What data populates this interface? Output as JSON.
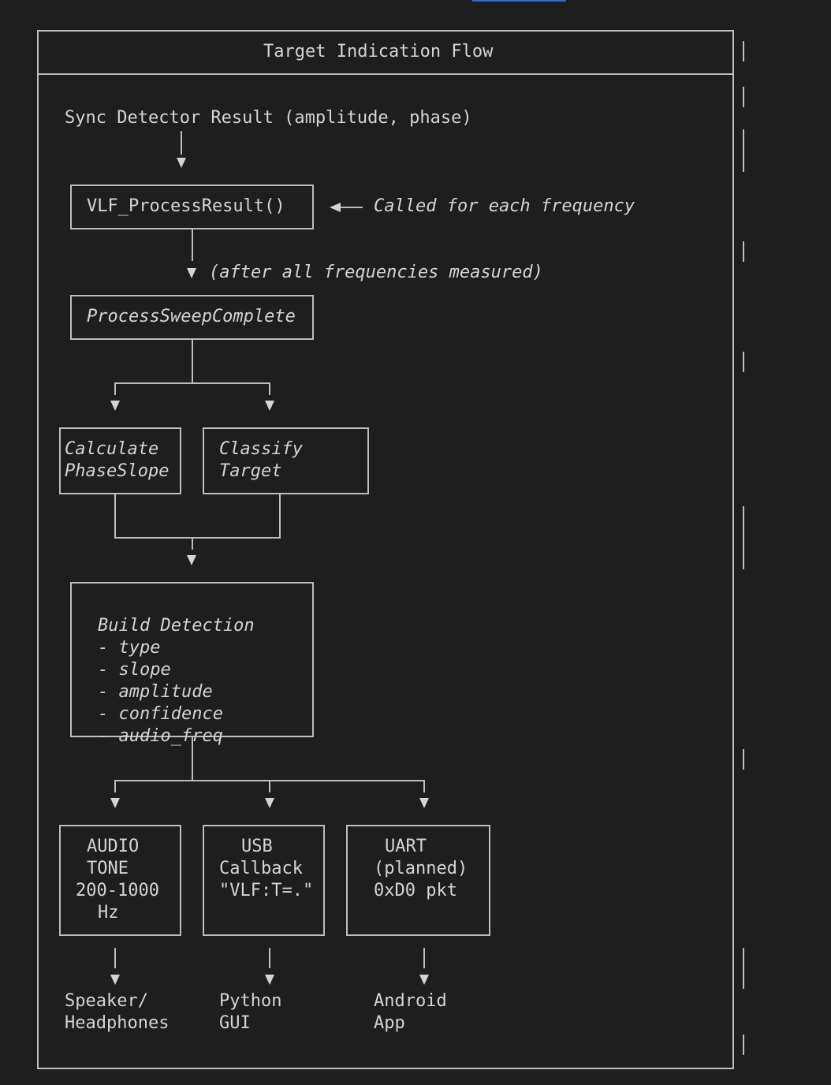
{
  "title": "Target Indication Flow",
  "input_label": "Sync Detector Result (amplitude, phase)",
  "nodes": {
    "process_result": "VLF_ProcessResult()",
    "process_result_note": "Called for each frequency",
    "after_note": "(after all frequencies measured)",
    "sweep_complete": "ProcessSweepComplete",
    "phase_slope": [
      "Calculate",
      "PhaseSlope"
    ],
    "classify": [
      "Classify",
      "Target"
    ],
    "build": [
      "Build Detection",
      "- type",
      "- slope",
      "- amplitude",
      "- confidence",
      "- audio_freq"
    ],
    "audio": [
      "AUDIO",
      "TONE",
      "200-1000",
      "Hz"
    ],
    "usb": [
      "USB",
      "Callback",
      "\"VLF:T=.\""
    ],
    "uart": [
      "UART",
      "(planned)",
      "0xD0 pkt"
    ]
  },
  "outputs": {
    "speaker": [
      "Speaker/",
      "Headphones"
    ],
    "python": [
      "Python",
      "GUI"
    ],
    "android": [
      "Android",
      "App"
    ]
  }
}
